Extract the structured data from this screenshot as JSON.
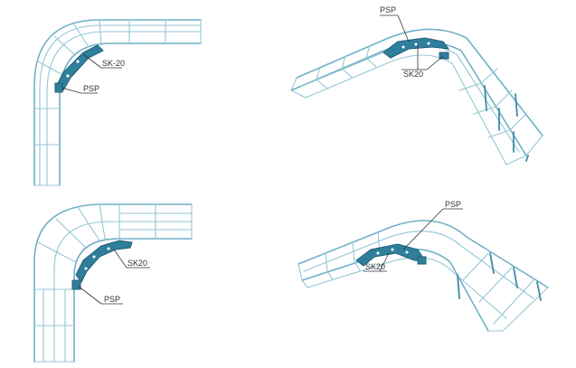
{
  "views": [
    {
      "labels": [
        {
          "text": "SK-20"
        },
        {
          "text": "PSP"
        }
      ]
    },
    {
      "labels": [
        {
          "text": "PSP"
        },
        {
          "text": "SK20"
        }
      ]
    },
    {
      "labels": [
        {
          "text": "SK20"
        },
        {
          "text": "PSP"
        }
      ]
    },
    {
      "labels": [
        {
          "text": "PSP"
        },
        {
          "text": "SK20"
        }
      ]
    }
  ],
  "colors": {
    "tray": "#6fb0c6",
    "bracket": "#2f7f9c",
    "leader": "#333333"
  }
}
